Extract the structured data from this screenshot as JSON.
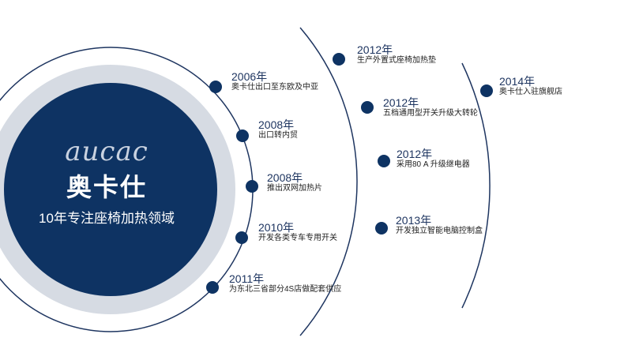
{
  "colors": {
    "navy": "#0e3363",
    "ring": "#d6dbe3",
    "line": "#1e3560",
    "white": "#ffffff"
  },
  "brand": {
    "logo_text": "aucac",
    "name": "奥卡仕",
    "tagline": "10年专注座椅加热领域"
  },
  "timeline": {
    "inner": [
      {
        "year": "2006年",
        "desc": "奥卡仕出口至东欧及中亚"
      },
      {
        "year": "2008年",
        "desc": "出口转内贸"
      },
      {
        "year": "2008年",
        "desc": "推出双网加热片"
      },
      {
        "year": "2010年",
        "desc": "开发各类专车专用开关"
      },
      {
        "year": "2011年",
        "desc": "为东北三省部分4S店做配套供应"
      }
    ],
    "middle": [
      {
        "year": "2012年",
        "desc": "生产外置式座椅加热垫"
      },
      {
        "year": "2012年",
        "desc": "五档通用型开关升级大转轮"
      },
      {
        "year": "2012年",
        "desc": "采用80 A 升级继电器"
      },
      {
        "year": "2013年",
        "desc": "开发独立智能电脑控制盒"
      }
    ],
    "outer": [
      {
        "year": "2014年",
        "desc": "奥卡仕入驻旗舰店"
      }
    ]
  }
}
